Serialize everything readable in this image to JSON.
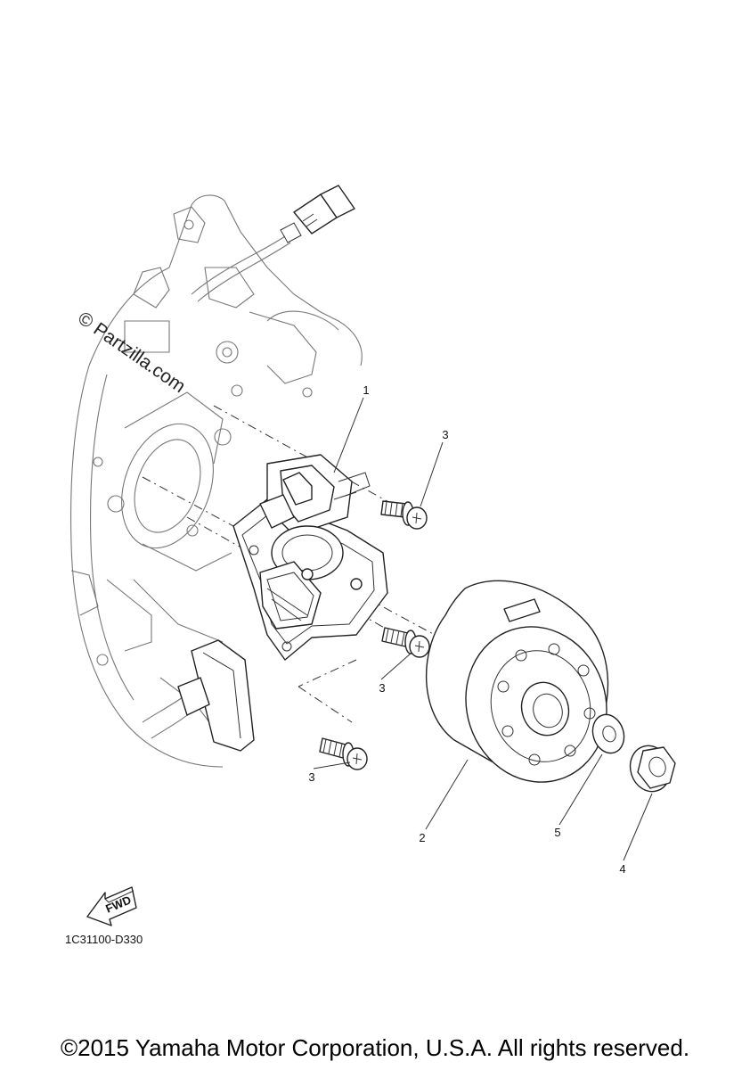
{
  "watermark": "© Partzilla.com",
  "callouts": {
    "stator": "1",
    "rotor": "2",
    "screw_upper": "3",
    "screw_middle": "3",
    "screw_lower": "3",
    "nut": "4",
    "washer": "5"
  },
  "fwd_label": "FWD",
  "diagram_code": "1C31100-D330",
  "copyright": "©2015 Yamaha Motor Corporation, U.S.A. All rights reserved."
}
